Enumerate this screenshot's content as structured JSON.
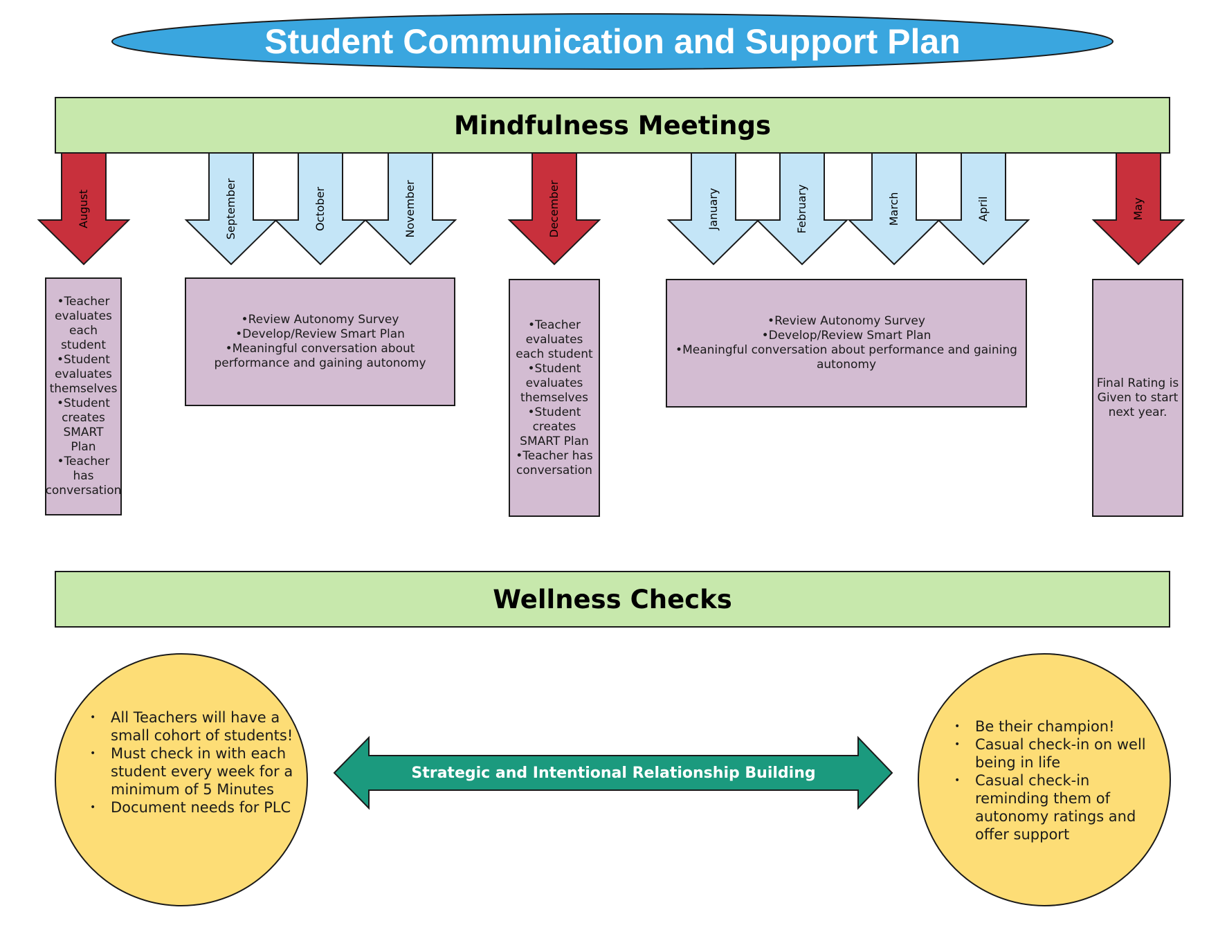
{
  "title": "Student Communication and Support Plan",
  "mindfulness": {
    "label": "Mindfulness Meetings"
  },
  "wellness": {
    "label": "Wellness Checks"
  },
  "colors": {
    "title_fill": "#3aa6df",
    "banner_fill": "#c7e8ac",
    "key_month_fill": "#c8303c",
    "month_fill": "#c4e5f7",
    "note_fill": "#d3bcd2",
    "circle_fill": "#fddd76",
    "relationship_arrow_fill": "#1b9a7e"
  },
  "months": [
    {
      "label": "August",
      "key": true
    },
    {
      "label": "September",
      "key": false
    },
    {
      "label": "October",
      "key": false
    },
    {
      "label": "November",
      "key": false
    },
    {
      "label": "December",
      "key": true
    },
    {
      "label": "January",
      "key": false
    },
    {
      "label": "February",
      "key": false
    },
    {
      "label": "March",
      "key": false
    },
    {
      "label": "April",
      "key": false
    },
    {
      "label": "May",
      "key": true
    }
  ],
  "notes": {
    "august": [
      "•Teacher",
      "evaluates",
      "each",
      "student",
      "•Student",
      "evaluates",
      "themselves",
      "•Student",
      "creates",
      "SMART",
      "Plan",
      "•Teacher",
      "has",
      "conversation"
    ],
    "fall": [
      "•Review Autonomy Survey",
      "•Develop/Review Smart Plan",
      "•Meaningful conversation about",
      "performance and gaining autonomy"
    ],
    "december": [
      "•Teacher",
      "evaluates",
      "each student",
      "•Student",
      "evaluates",
      "themselves",
      "•Student",
      "creates",
      "SMART Plan",
      "•Teacher has",
      "conversation"
    ],
    "spring": [
      "•Review Autonomy Survey",
      "•Develop/Review Smart Plan",
      "•Meaningful conversation about performance and gaining",
      "autonomy"
    ],
    "may": [
      "Final Rating is",
      "Given to start",
      "next year."
    ]
  },
  "left_circle": {
    "items": [
      "All Teachers will have a small cohort of students!",
      "Must check in with each student every week for a minimum of 5 Minutes",
      "Document needs for PLC"
    ]
  },
  "relationship_arrow": {
    "label": "Strategic and Intentional Relationship Building"
  },
  "right_circle": {
    "items": [
      "Be their champion!",
      "Casual check-in on well being in life",
      "Casual check-in reminding them of autonomy ratings and offer support"
    ]
  }
}
